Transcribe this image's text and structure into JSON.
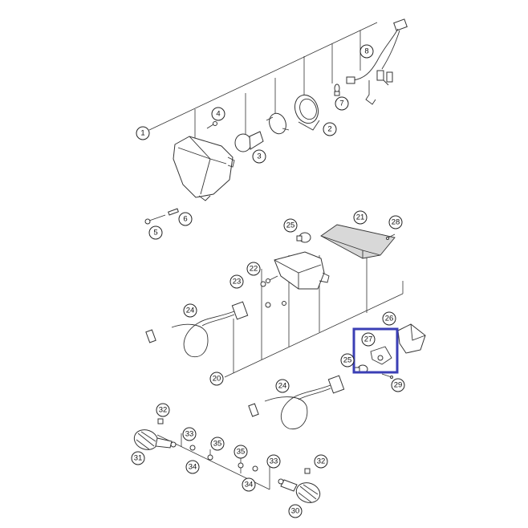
{
  "highlight": {
    "part": "27",
    "color": "#3b3fb5"
  },
  "callouts": [
    {
      "id": "1",
      "label": "1"
    },
    {
      "id": "2",
      "label": "2"
    },
    {
      "id": "3",
      "label": "3"
    },
    {
      "id": "4",
      "label": "4"
    },
    {
      "id": "5",
      "label": "5"
    },
    {
      "id": "6",
      "label": "6"
    },
    {
      "id": "7",
      "label": "7"
    },
    {
      "id": "8",
      "label": "8"
    },
    {
      "id": "20",
      "label": "20"
    },
    {
      "id": "21",
      "label": "21"
    },
    {
      "id": "22",
      "label": "22"
    },
    {
      "id": "23",
      "label": "23"
    },
    {
      "id": "24a",
      "label": "24"
    },
    {
      "id": "24b",
      "label": "24"
    },
    {
      "id": "25a",
      "label": "25"
    },
    {
      "id": "25b",
      "label": "25"
    },
    {
      "id": "26",
      "label": "26"
    },
    {
      "id": "27",
      "label": "27"
    },
    {
      "id": "28",
      "label": "28"
    },
    {
      "id": "29",
      "label": "29"
    },
    {
      "id": "30",
      "label": "30"
    },
    {
      "id": "31",
      "label": "31"
    },
    {
      "id": "32a",
      "label": "32"
    },
    {
      "id": "32b",
      "label": "32"
    },
    {
      "id": "33a",
      "label": "33"
    },
    {
      "id": "33b",
      "label": "33"
    },
    {
      "id": "34a",
      "label": "34"
    },
    {
      "id": "34b",
      "label": "34"
    },
    {
      "id": "35a",
      "label": "35"
    },
    {
      "id": "35b",
      "label": "35"
    }
  ]
}
